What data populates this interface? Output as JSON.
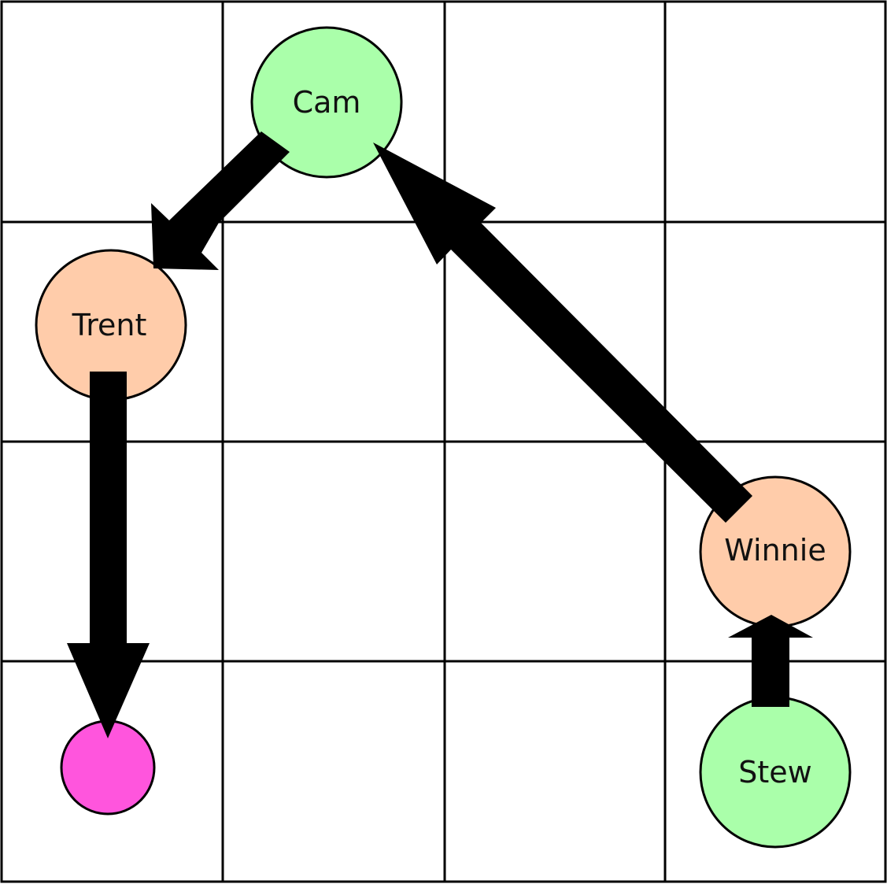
{
  "grid": {
    "rows": 4,
    "cols": 4
  },
  "nodes": [
    {
      "id": "cam",
      "label": "Cam",
      "color": "#aaffaa"
    },
    {
      "id": "trent",
      "label": "Trent",
      "color": "#ffccaa"
    },
    {
      "id": "target",
      "label": "",
      "color": "#ff55dd"
    },
    {
      "id": "winnie",
      "label": "Winnie",
      "color": "#ffccaa"
    },
    {
      "id": "stew",
      "label": "Stew",
      "color": "#aaffaa"
    }
  ],
  "edges": [
    {
      "from": "cam",
      "to": "trent"
    },
    {
      "from": "trent",
      "to": "target"
    },
    {
      "from": "winnie",
      "to": "cam"
    },
    {
      "from": "stew",
      "to": "winnie"
    }
  ]
}
